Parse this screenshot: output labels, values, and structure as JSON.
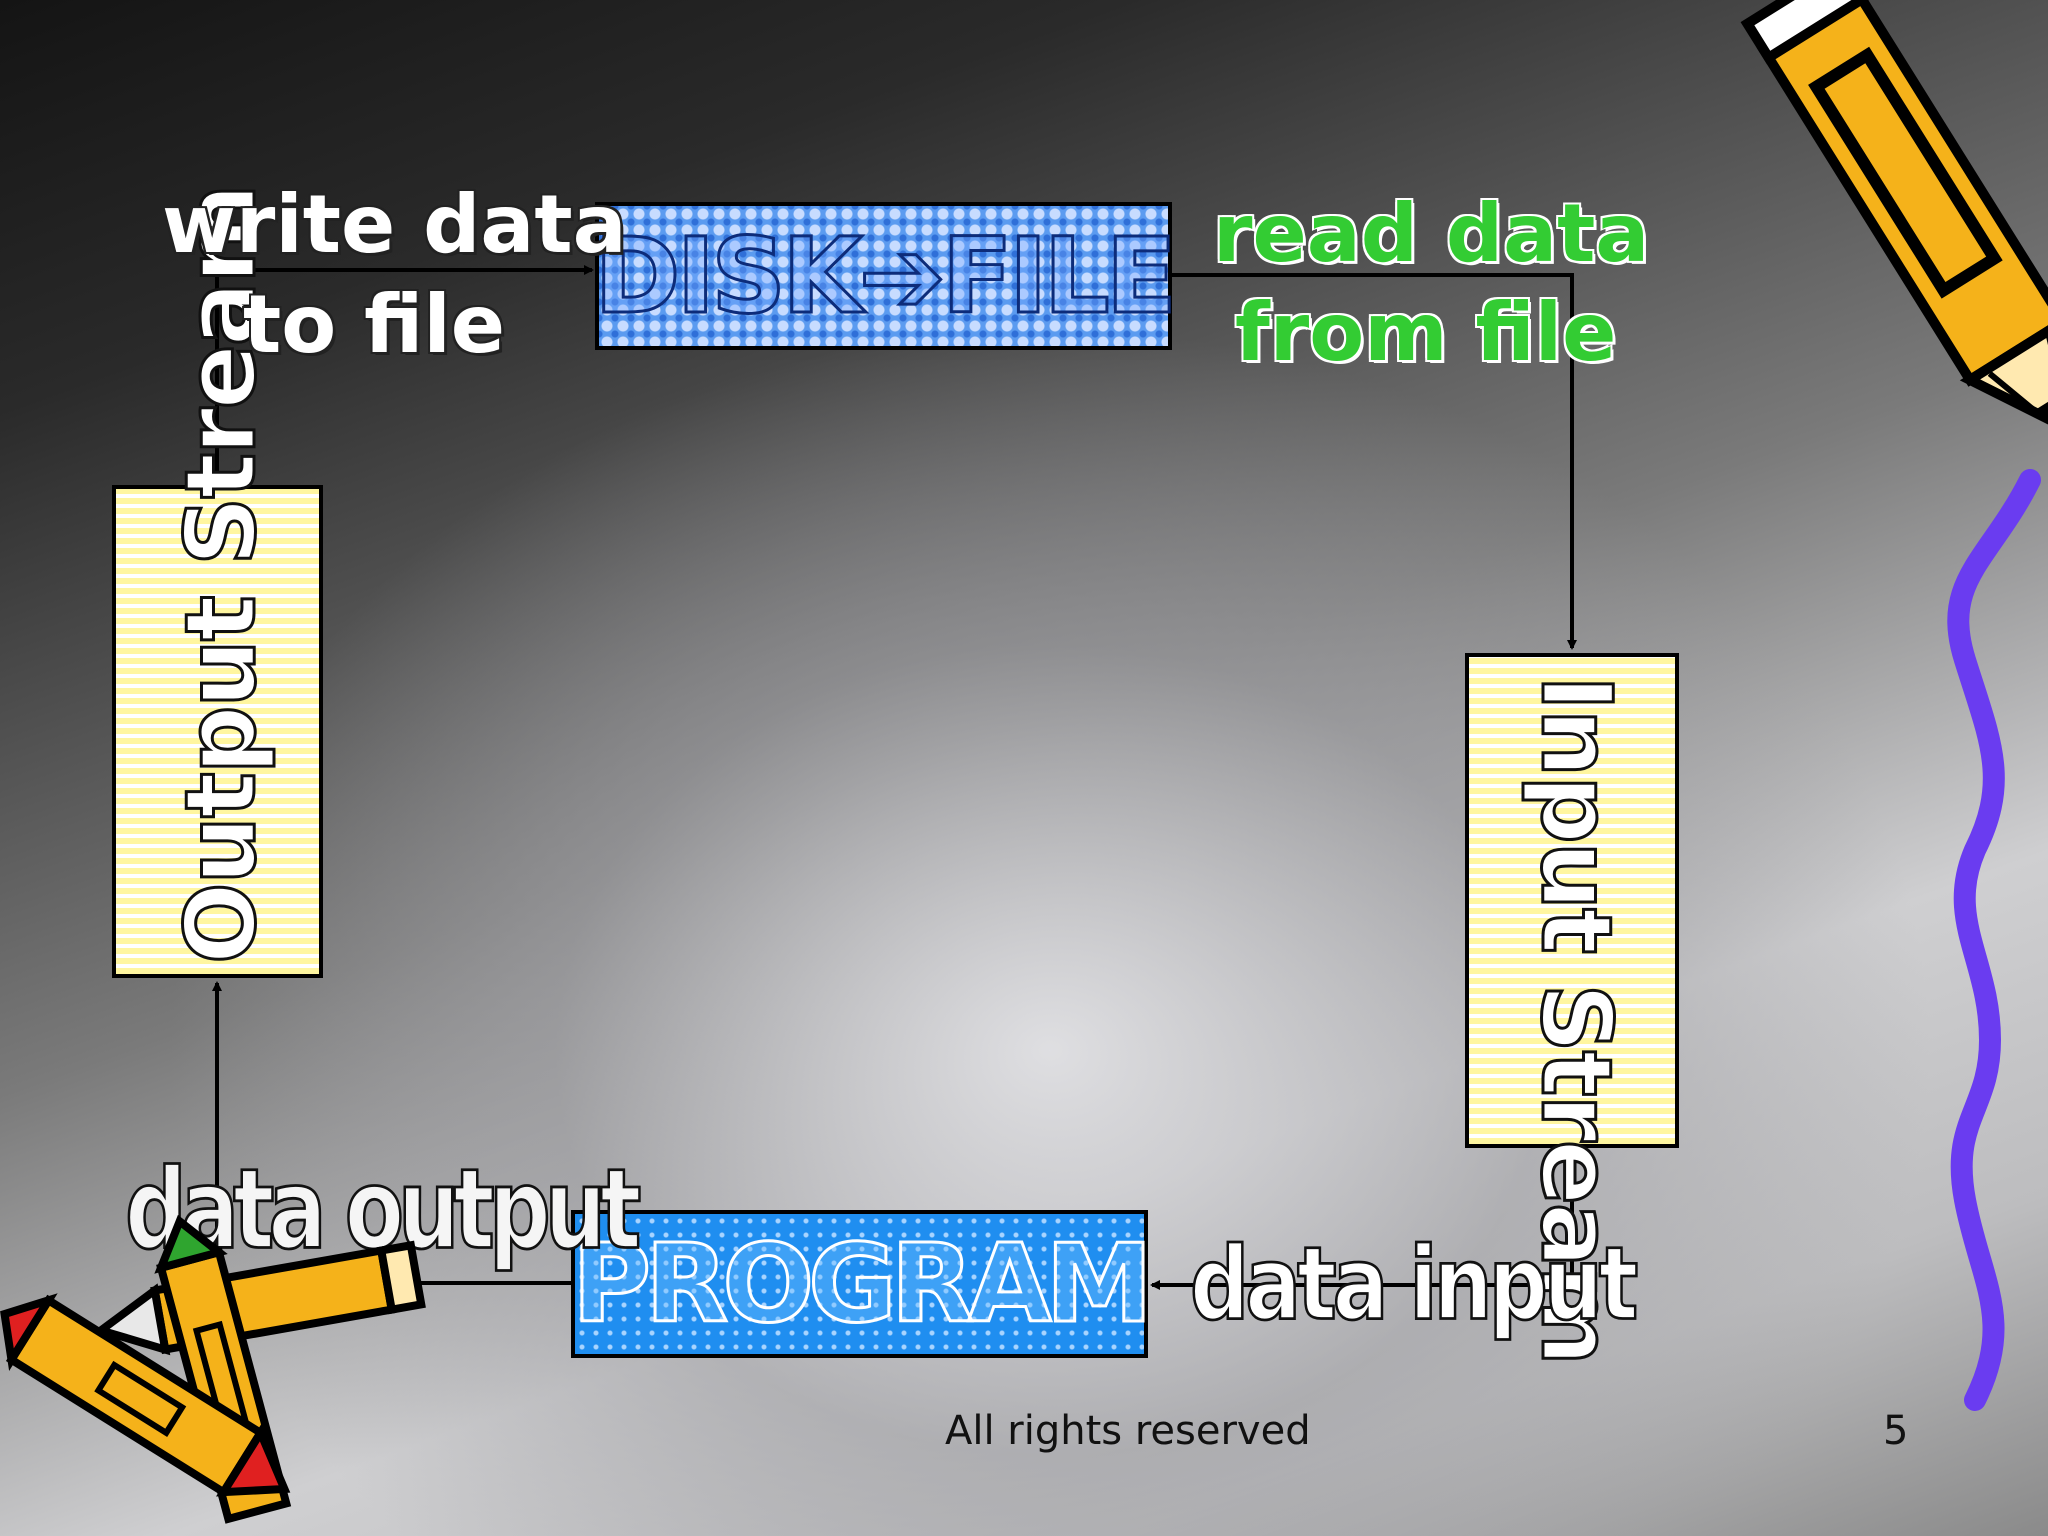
{
  "diagram": {
    "nodes": {
      "disk_file": "DISK➔FILE",
      "program": "PROGRAM",
      "output_stream": "Output Stream",
      "input_stream": "Input Stream"
    },
    "edge_labels": {
      "write_line1": "write data",
      "write_line2": "to file",
      "read_line1": "read data",
      "read_line2": "from file",
      "data_output": "data output",
      "data_input": "data input"
    }
  },
  "footer": {
    "rights": "All rights reserved",
    "page_number": "5"
  },
  "colors": {
    "disk_fill": "#5b9bf0",
    "program_fill": "#1f8ef0",
    "stream_fill": "#fff8a8",
    "read_label": "#33cc33",
    "squiggle": "#6a3cf0",
    "pencil_body": "#f5b21a"
  },
  "icons": [
    "pencil-icon",
    "squiggle-line",
    "crayons-icon"
  ]
}
